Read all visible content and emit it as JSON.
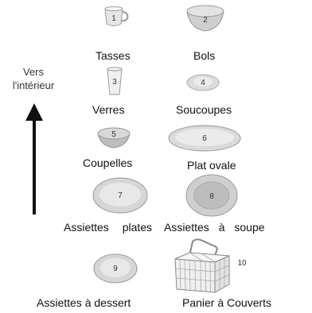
{
  "direction": {
    "line1": "Vers",
    "line2": "l'intérieur"
  },
  "items": [
    {
      "number": "1",
      "label": "Tasses"
    },
    {
      "number": "2",
      "label": "Bols"
    },
    {
      "number": "3",
      "label": "Verres"
    },
    {
      "number": "4",
      "label": "Soucoupes"
    },
    {
      "number": "5",
      "label": "Coupelles"
    },
    {
      "number": "6",
      "label": "Plat ovale"
    },
    {
      "number": "7",
      "label": "Assiettes plates"
    },
    {
      "number": "8",
      "label": "Assiettes à soupe"
    },
    {
      "number": "9",
      "label": "Assiettes à dessert"
    },
    {
      "number": "10",
      "label": "Panier à Couverts"
    }
  ]
}
